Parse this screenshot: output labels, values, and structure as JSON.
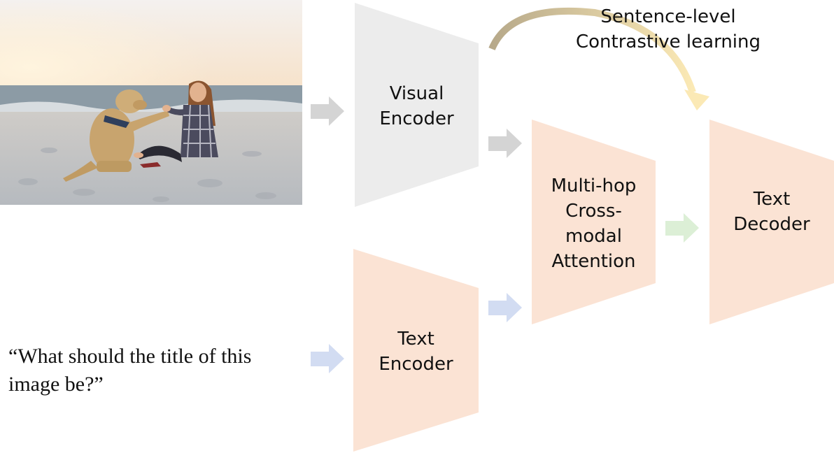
{
  "photo": {
    "description_icon": "photo-beach-dog-woman",
    "colors": {
      "sky_top": "#f3efec",
      "sky_bottom": "#f6e3cd",
      "sea": "#8a9aa6",
      "sand": "#c5c7cb",
      "dog": "#c9a671",
      "shirt": "#4a4a5a"
    }
  },
  "question": {
    "line1": "“What should the title of this",
    "line2": "image be?”"
  },
  "blocks": {
    "visual_encoder": {
      "lines": [
        "Visual",
        "Encoder"
      ],
      "fill": "#ececec"
    },
    "text_encoder": {
      "lines": [
        "Text",
        "Encoder"
      ],
      "fill": "#fbe3d4"
    },
    "cross_modal": {
      "lines": [
        "Multi-hop",
        "Cross-",
        "modal",
        "Attention"
      ],
      "fill": "#fbe3d4"
    },
    "text_decoder": {
      "lines": [
        "Text",
        "Decoder"
      ],
      "fill": "#fbe3d4"
    }
  },
  "contrastive": {
    "lines": [
      "Sentence-level",
      "Contrastive learning"
    ],
    "arrow_start_color": "#b7a98a",
    "arrow_end_color": "#fbe9b5"
  },
  "arrow_colors": {
    "image_arrow": "#d4d4d4",
    "visual_arrow": "#d4d4d4",
    "question_arrow": "#d2dcf2",
    "text_arrow": "#d2dcf2",
    "fusion_arrow": "#dcefd6"
  }
}
